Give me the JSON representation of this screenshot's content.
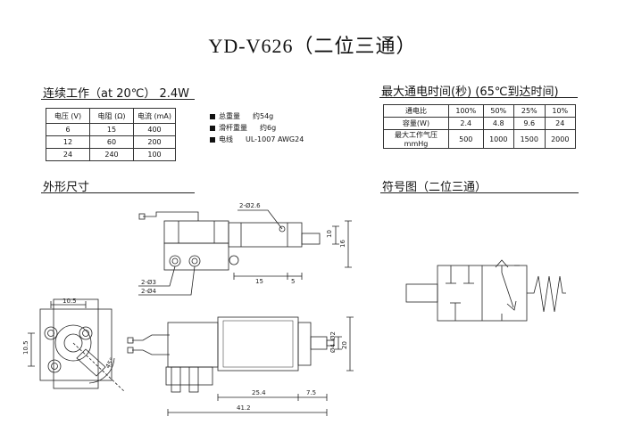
{
  "title": "YD-V626（二位三通）",
  "sections": {
    "continuous": "连续工作（at 20℃） 2.4W",
    "max_time": "最大通电时间(秒) (65℃到达时间)",
    "dimensions": "外形尺寸",
    "symbol": "符号图（二位三通）"
  },
  "table1": {
    "headers": [
      "电压 (V)",
      "电阻 (Ω)",
      "电流 (mA)"
    ],
    "rows": [
      [
        "6",
        "15",
        "400"
      ],
      [
        "12",
        "60",
        "200"
      ],
      [
        "24",
        "240",
        "100"
      ]
    ]
  },
  "specs": [
    {
      "label": "总重量",
      "value": "约54g"
    },
    {
      "label": "滑杆重量",
      "value": "约6g"
    },
    {
      "label": "电线",
      "value": "UL-1007 AWG24"
    }
  ],
  "table2": {
    "rows": [
      [
        "通电比",
        "100%",
        "50%",
        "25%",
        "10%"
      ],
      [
        "容量(W)",
        "2.4",
        "4.8",
        "9.6",
        "24"
      ],
      [
        "最大工作气压 mmHg",
        "500",
        "1000",
        "1500",
        "2000"
      ]
    ]
  },
  "drawing_labels": {
    "d26": "2-Ø2.6",
    "d3": "2-Ø3",
    "d4": "2-Ø4",
    "dim15": "15",
    "dim5": "5",
    "dim10": "10",
    "dim16": "16",
    "dim105a": "10.5",
    "dim105b": "10.5",
    "deg45": "45°",
    "dim254": "25.4",
    "dim75": "7.5",
    "dim412": "41.2",
    "dim_d2": "Ø2",
    "dim_d4": "Ø4",
    "dim20": "20"
  }
}
